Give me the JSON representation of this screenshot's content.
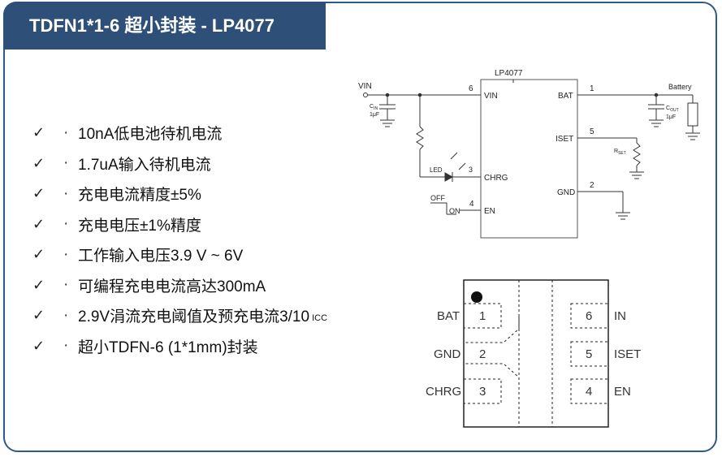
{
  "title": "TDFN1*1-6 超小封装 - LP4077",
  "features": [
    {
      "text": "10nA低电池待机电流"
    },
    {
      "text": "1.7uA输入待机电流"
    },
    {
      "text": "充电电流精度±5%"
    },
    {
      "text": "充电电压±1%精度"
    },
    {
      "text": "工作输入电压3.9 V ~ 6V"
    },
    {
      "text": "可编程充电电流高达300mA"
    },
    {
      "text": "2.9V涓流充电阈值及预充电流3/10",
      "sub": "ICC"
    },
    {
      "text": "超小TDFN-6 (1*1mm)封装"
    }
  ],
  "check_glyph": "✓",
  "bullet_glyph": "·",
  "schematic": {
    "chip_name": "LP4077",
    "vin": "VIN",
    "cin_label": "C",
    "cin_sub": "IN",
    "cin_value": "1μF",
    "battery": "Battery",
    "cout_label": "C",
    "cout_sub": "OUT",
    "cout_value": "1μF",
    "rset_label": "R",
    "rset_sub": "SET",
    "led": "LED",
    "led_pin": "3",
    "off": "OFF",
    "on": "ON",
    "left_pins": [
      {
        "num": "6",
        "name": "VIN"
      },
      {
        "num": "3",
        "name": "CHRG"
      },
      {
        "num": "4",
        "name": "EN"
      }
    ],
    "right_pins": [
      {
        "num": "1",
        "name": "BAT"
      },
      {
        "num": "5",
        "name": "ISET"
      },
      {
        "num": "2",
        "name": "GND"
      }
    ]
  },
  "package": {
    "left": [
      {
        "num": "1",
        "name": "BAT"
      },
      {
        "num": "2",
        "name": "GND"
      },
      {
        "num": "3",
        "name": "CHRG"
      }
    ],
    "right": [
      {
        "num": "6",
        "name": "IN"
      },
      {
        "num": "5",
        "name": "ISET"
      },
      {
        "num": "4",
        "name": "EN"
      }
    ]
  },
  "colors": {
    "frame": "#2e5a84",
    "title_bg": "#2e4f78",
    "title_text": "#ffffff"
  }
}
